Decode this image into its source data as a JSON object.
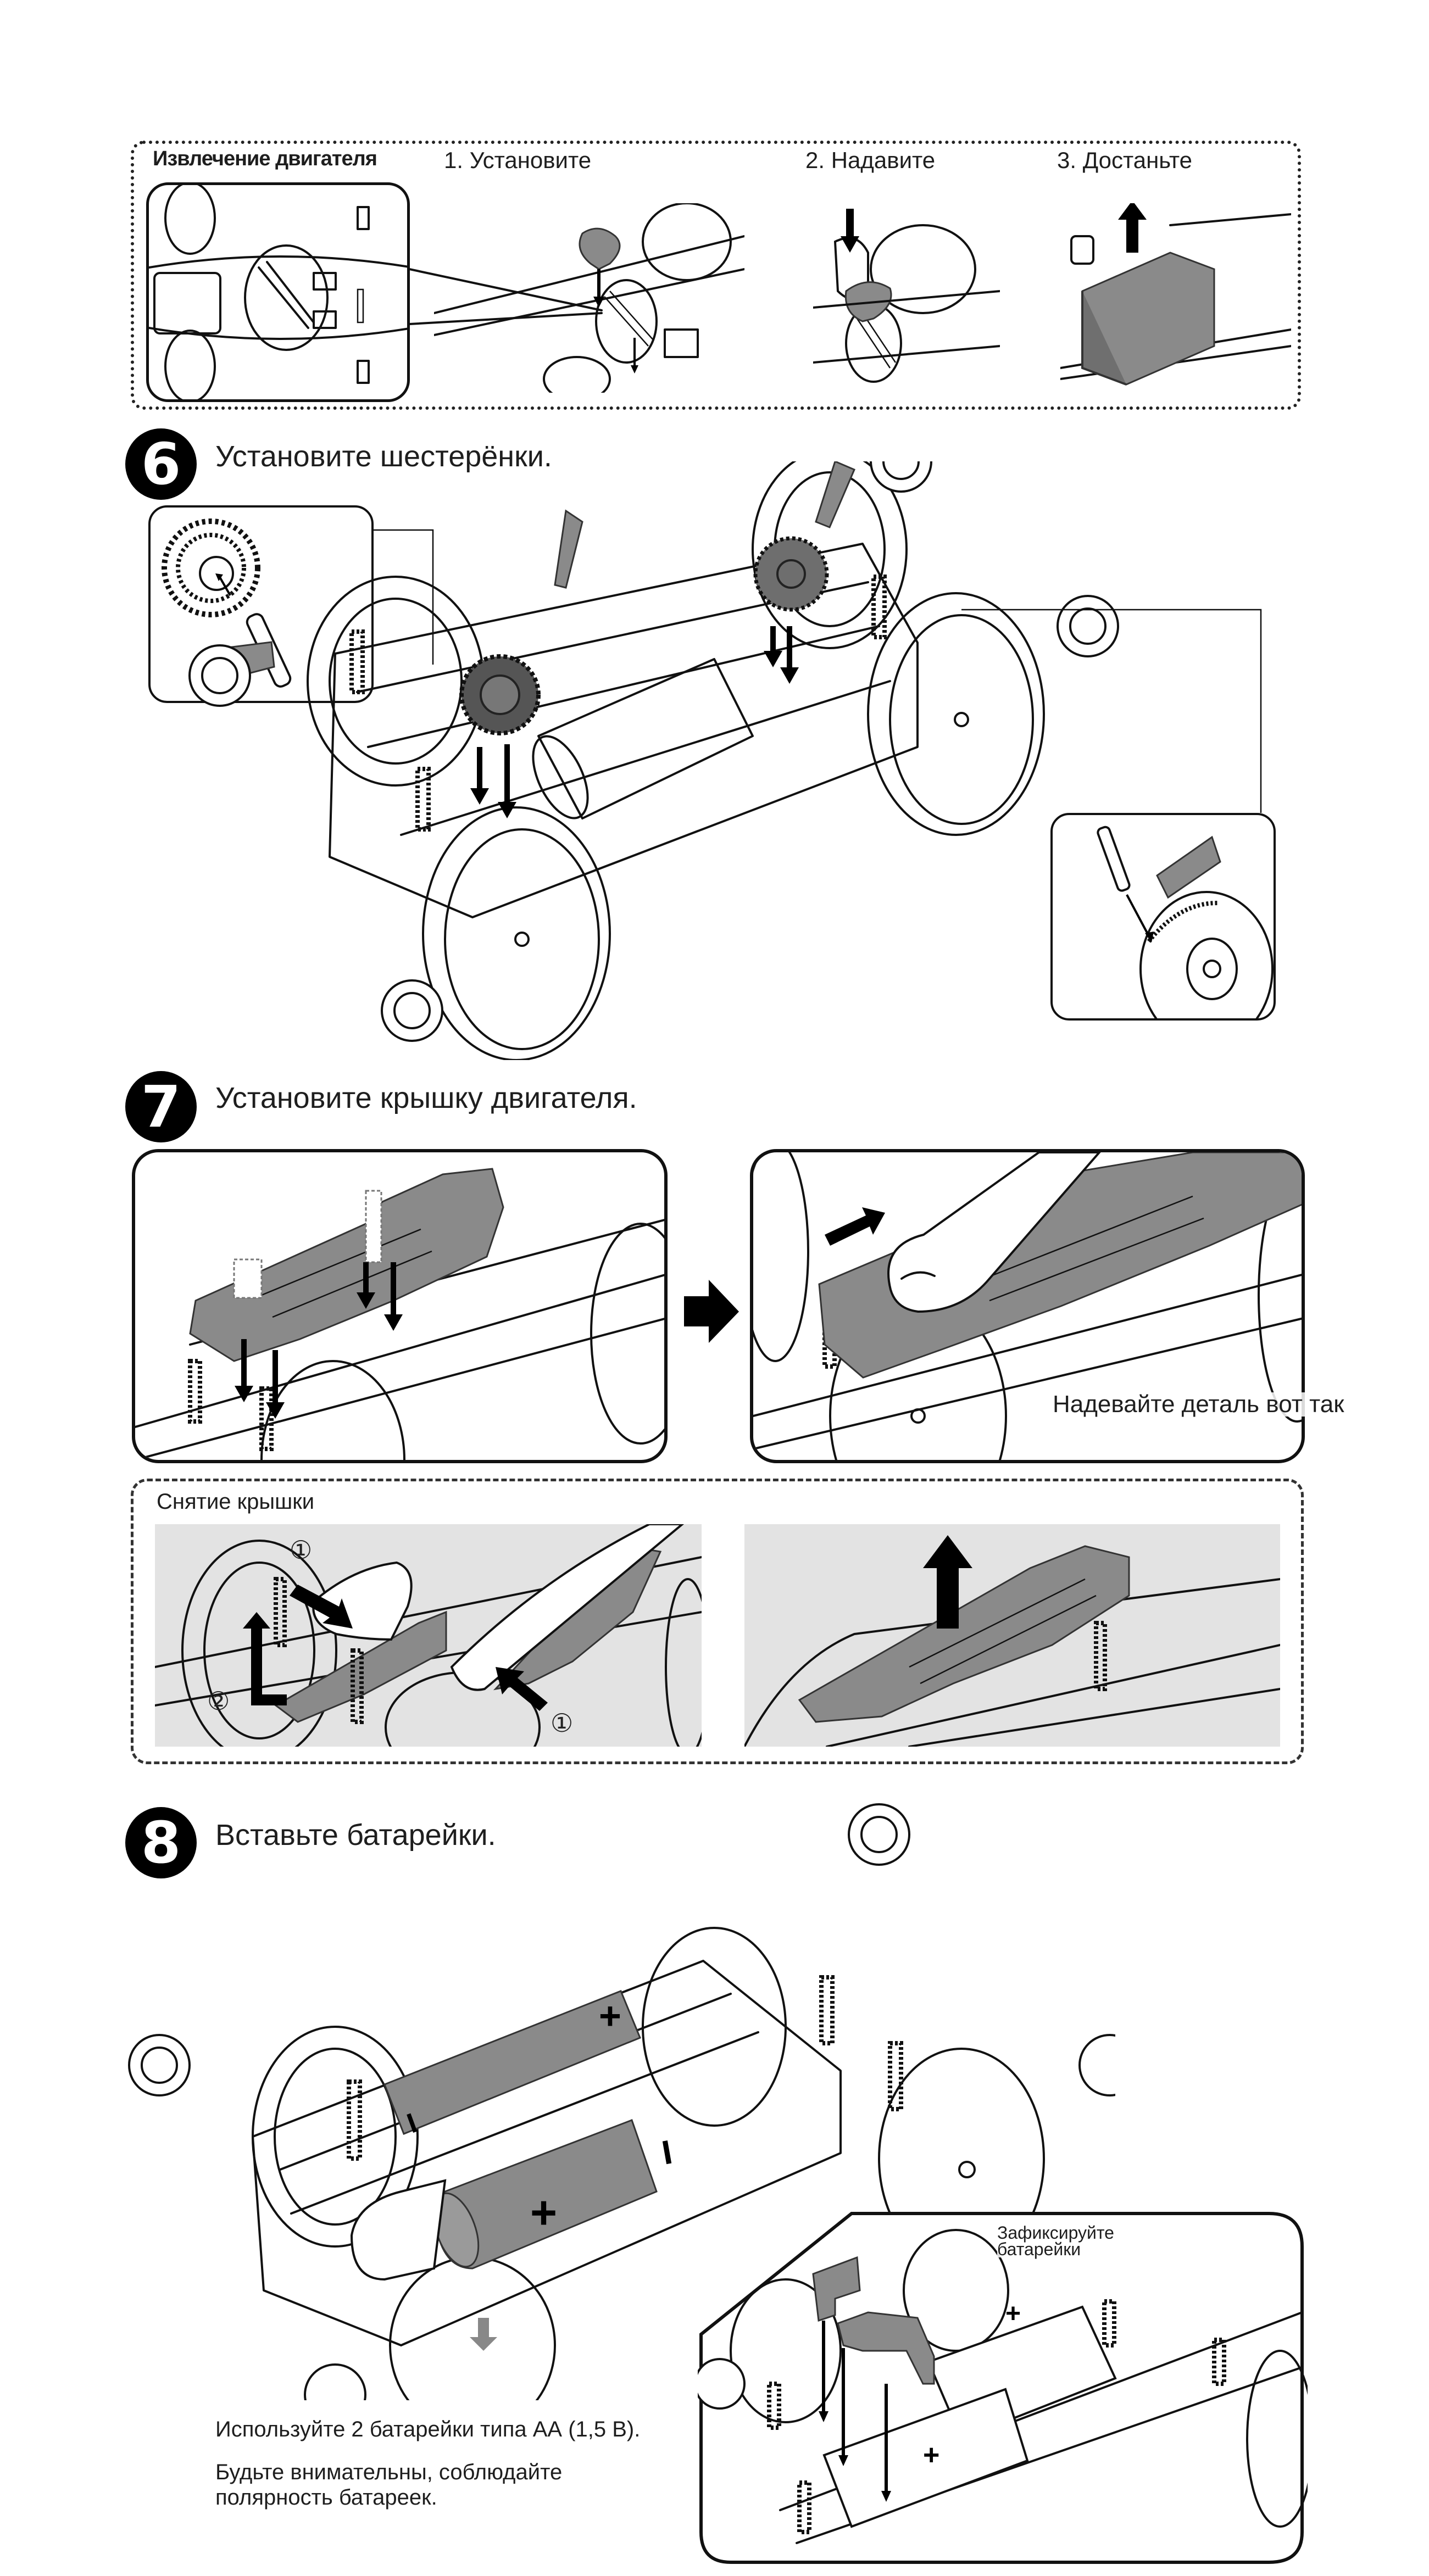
{
  "motor_removal": {
    "title": "Извлечение двигателя",
    "steps": [
      {
        "label": "1. Установите"
      },
      {
        "label": "2. Надавите"
      },
      {
        "label": "3. Достаньте"
      }
    ]
  },
  "steps": [
    {
      "number": "6",
      "title": "Установите шестерёнки.",
      "icons": [
        "gear-icon",
        "grease-tube-icon",
        "shaft-icon",
        "down-arrow-icon"
      ]
    },
    {
      "number": "7",
      "title": "Установите крышку двигателя.",
      "fit_note": "Надевайте деталь вот так",
      "removal": {
        "title": "Снятие крышки",
        "callouts": [
          "①",
          "②",
          "①"
        ]
      },
      "icons": [
        "motor-cover-icon",
        "right-arrow-icon",
        "finger-icon",
        "up-arrow-icon"
      ]
    },
    {
      "number": "8",
      "title": "Вставьте батарейки.",
      "battery_signs": [
        "+",
        "−",
        "+",
        "−"
      ],
      "fix_note": "Зафиксируйте батарейки",
      "notes": [
        "Используйте 2 батарейки типа АА (1,5 В).",
        "Будьте внимательны, соблюдайте полярность батареек."
      ],
      "icons": [
        "battery-icon",
        "battery-holder-icon"
      ]
    }
  ],
  "colors": {
    "part_gray": "#8a8a8a",
    "panel_gray": "#e3e3e3",
    "ink": "#111111"
  }
}
